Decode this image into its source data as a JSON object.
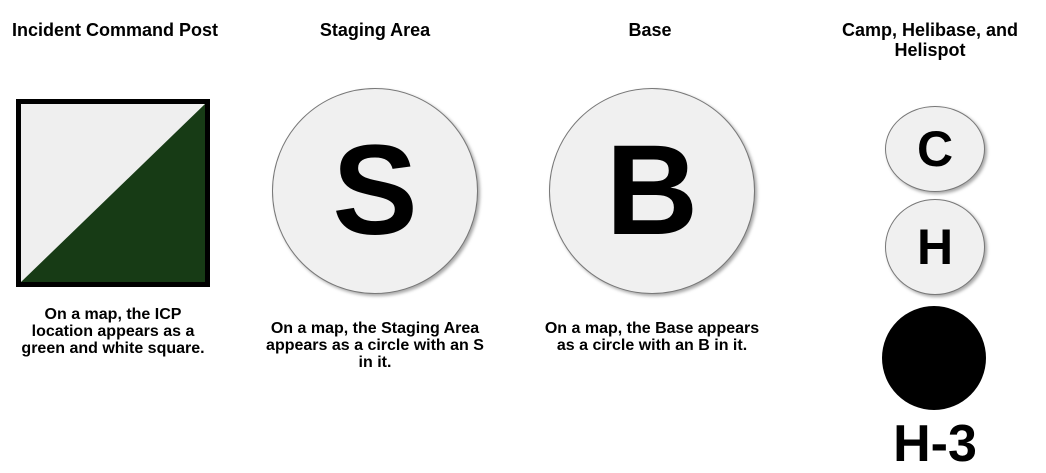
{
  "icp": {
    "title": "Incident Command Post",
    "caption": "On a map, the ICP location appears as a green and white square.",
    "colors": {
      "green": "#173b15",
      "white": "#efefef",
      "border": "#000000"
    }
  },
  "staging": {
    "title": "Staging Area",
    "letter": "S",
    "caption": "On a map, the Staging Area appears as a circle with an S in it."
  },
  "base": {
    "title": "Base",
    "letter": "B",
    "caption": "On a map, the Base appears as a circle with an B in it."
  },
  "camp": {
    "title": "Camp, Helibase, and Helispot",
    "camp_letter": "C",
    "helibase_letter": "H",
    "helispot_label": "H-3"
  }
}
